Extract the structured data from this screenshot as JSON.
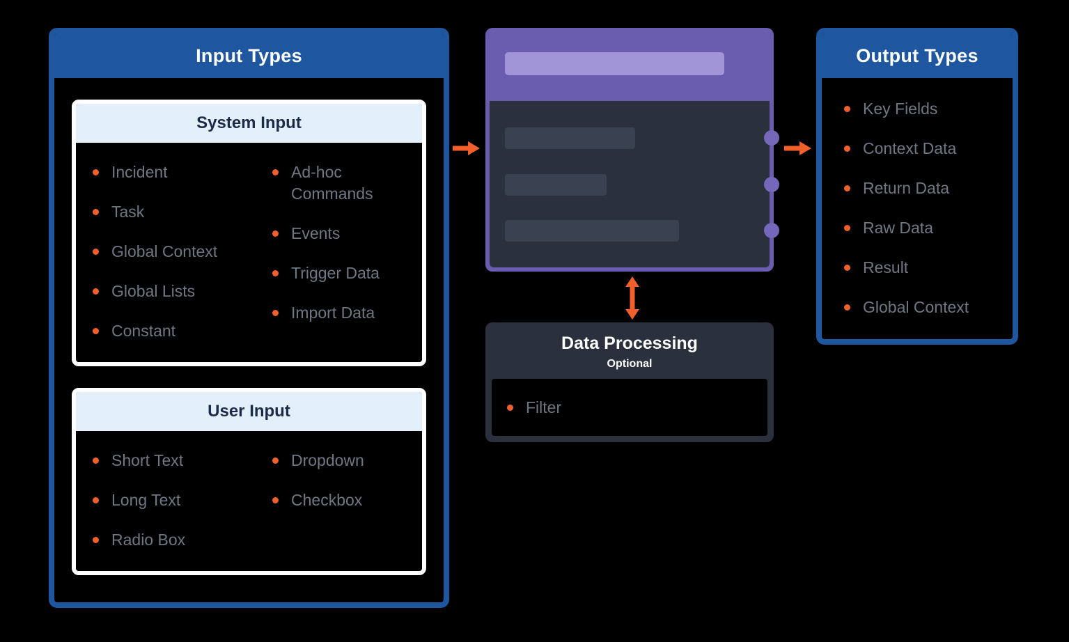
{
  "input_panel": {
    "title": "Input Types",
    "system_input": {
      "title": "System Input",
      "col1": [
        "Incident",
        "Task",
        "Global Context",
        "Global Lists",
        "Constant"
      ],
      "col2": [
        "Ad-hoc Commands",
        "Events",
        "Trigger Data",
        "Import Data"
      ]
    },
    "user_input": {
      "title": "User Input",
      "col1": [
        "Short Text",
        "Long Text",
        "Radio Box"
      ],
      "col2": [
        "Dropdown",
        "Checkbox"
      ]
    }
  },
  "data_processing": {
    "title": "Data Processing",
    "subtitle": "Optional",
    "items": [
      "Filter"
    ]
  },
  "output_panel": {
    "title": "Output Types",
    "items": [
      "Key Fields",
      "Context Data",
      "Return Data",
      "Raw Data",
      "Result",
      "Global Context"
    ]
  },
  "colors": {
    "panel_blue": "#1e56a0",
    "accent_orange": "#f1602a",
    "node_purple": "#6a5cae",
    "node_purple_light": "#a195d8",
    "dark_slate": "#2b313c",
    "skeleton_gray": "#3a4150",
    "list_text": "#6e7884",
    "subheader_bg": "#e3f0fa",
    "subheader_text": "#1c2b4a"
  }
}
